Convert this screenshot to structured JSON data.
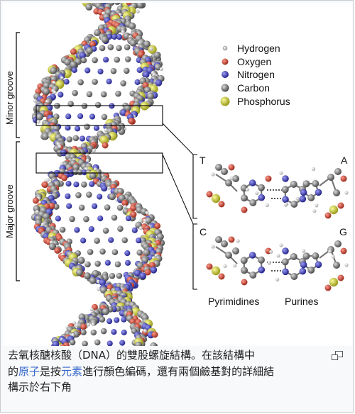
{
  "legend": {
    "items": [
      {
        "label": "Hydrogen",
        "color": "#f4f4f4"
      },
      {
        "label": "Oxygen",
        "color": "#d9503f"
      },
      {
        "label": "Nitrogen",
        "color": "#4d4dc9"
      },
      {
        "label": "Carbon",
        "color": "#8a8a8a"
      },
      {
        "label": "Phosphorus",
        "color": "#d6d63c"
      }
    ]
  },
  "grooves": {
    "minor": "Minor groove",
    "major": "Major groove"
  },
  "pairs": {
    "top_left": "T",
    "top_right": "A",
    "bottom_left": "C",
    "bottom_right": "G",
    "pyrimidines": "Pyrimidines",
    "purines": "Purines"
  },
  "caption": {
    "line1": "去氧核醣核酸（DNA）的雙股螺旋結構。在該結構中",
    "line2_pre": "的",
    "link1": "原子",
    "line2_mid": "是按",
    "link2": "元素",
    "line2_post": "進行顏色編碼，還有兩個鹼基對的詳細結",
    "line3": "構示於右下角"
  }
}
